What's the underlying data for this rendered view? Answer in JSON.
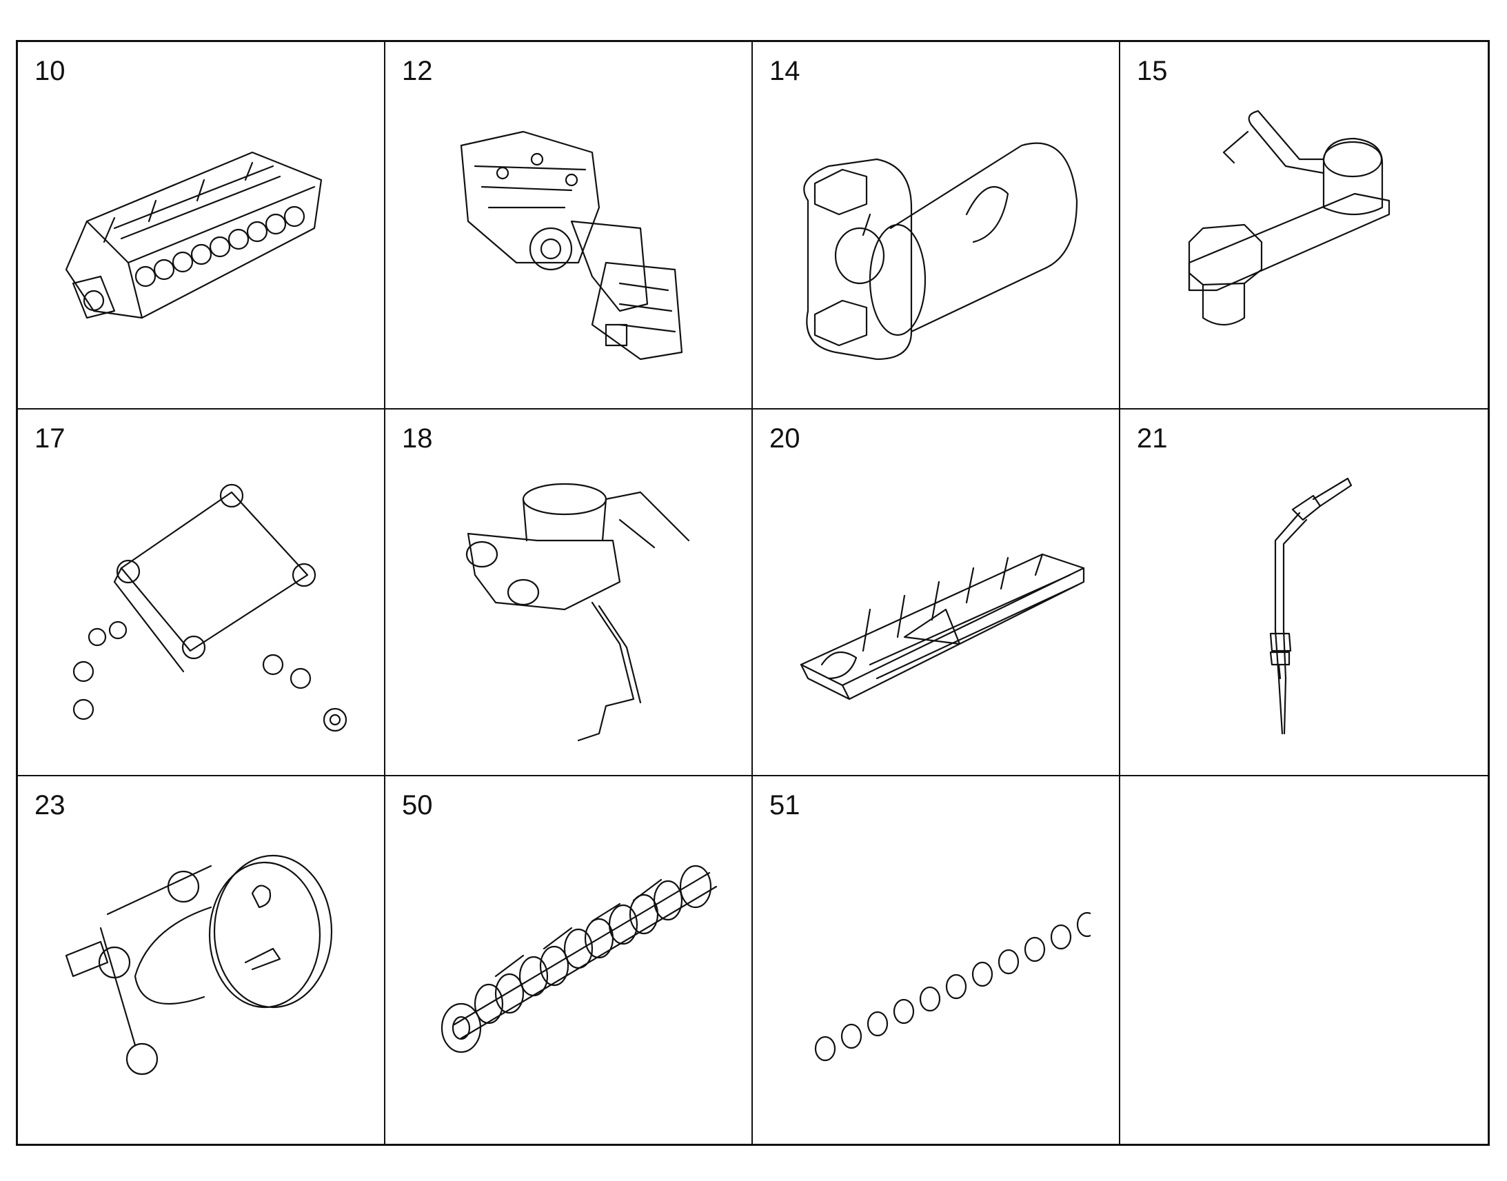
{
  "parts": [
    {
      "number": "10",
      "icon": "engine-block-icon"
    },
    {
      "number": "12",
      "icon": "timing-case-icon"
    },
    {
      "number": "14",
      "icon": "oil-pump-housing-icon"
    },
    {
      "number": "15",
      "icon": "oil-pipe-connector-icon"
    },
    {
      "number": "17",
      "icon": "cover-plate-with-plugs-icon"
    },
    {
      "number": "18",
      "icon": "oil-separator-icon"
    },
    {
      "number": "20",
      "icon": "oil-pan-icon"
    },
    {
      "number": "21",
      "icon": "dipstick-tube-icon"
    },
    {
      "number": "23",
      "icon": "oil-filler-neck-icon"
    },
    {
      "number": "50",
      "icon": "crankshaft-icon"
    },
    {
      "number": "51",
      "icon": "bearing-rings-icon"
    },
    {
      "number": "",
      "icon": ""
    }
  ]
}
